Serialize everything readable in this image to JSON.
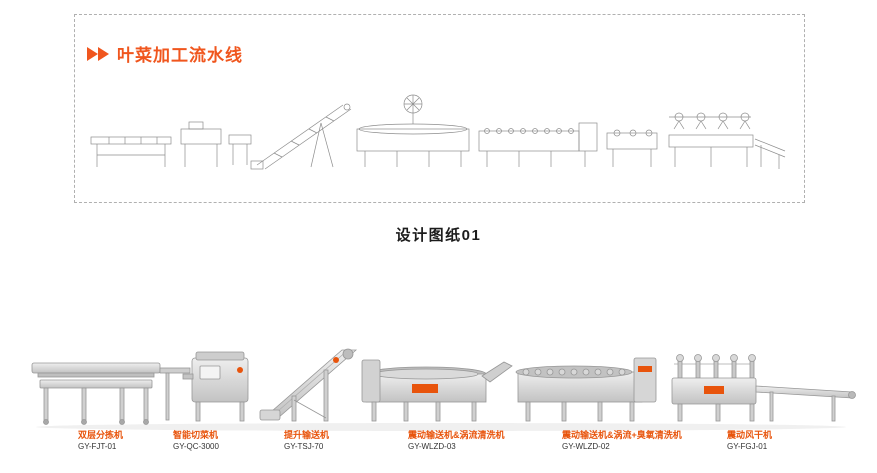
{
  "accent_color": "#f0561e",
  "label_color": "#e8540c",
  "panel": {
    "title": "叶菜加工流水线",
    "title_icon": "double-play-arrow-icon"
  },
  "caption": "设计图纸01",
  "equipment": [
    {
      "name": "双层分拣机",
      "model": "GY-FJT-01"
    },
    {
      "name": "智能切菜机",
      "model": "GY-QC-3000"
    },
    {
      "name": "提升输送机",
      "model": "GY-TSJ-70"
    },
    {
      "name": "震动输送机&涡流清洗机",
      "model": "GY-WLZD-03"
    },
    {
      "name": "震动输送机&涡流+臭氧清洗机",
      "model": "GY-WLZD-02"
    },
    {
      "name": "震动风干机",
      "model": "GY-FGJ-01"
    }
  ]
}
